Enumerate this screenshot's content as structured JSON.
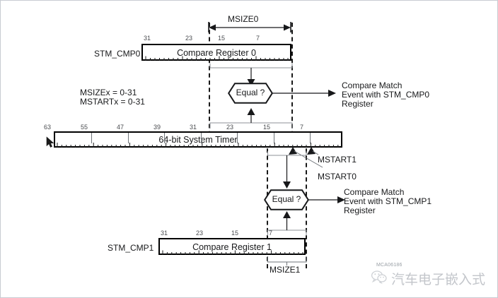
{
  "figure": {
    "id": "MCA06186",
    "watermark_text": "汽车电子嵌入式",
    "watermark_icon": "wechat-logo"
  },
  "legend": {
    "line1": "MSIZEx    = 0-31",
    "line2": "MSTARTx = 0-31"
  },
  "dimensions": {
    "msize0": "MSIZE0",
    "msize1": "MSIZE1",
    "mstart0": "MSTART0",
    "mstart1": "MSTART1"
  },
  "comparators": {
    "upper": "Equal ?",
    "lower": "Equal ?"
  },
  "outputs": {
    "upper": [
      "Compare Match",
      "Event with STM_CMP0",
      "Register"
    ],
    "lower": [
      "Compare Match",
      "Event with STM_CMP1",
      "Register"
    ]
  },
  "registers": {
    "cmp0": {
      "name": "STM_CMP0",
      "body": "Compare Register 0",
      "bits": [
        "31",
        "23",
        "15",
        "7"
      ]
    },
    "cmp1": {
      "name": "STM_CMP1",
      "body": "Compare Register 1",
      "bits": [
        "31",
        "23",
        "15",
        "7"
      ]
    },
    "timer": {
      "body": "64-bit System Timer",
      "bits": [
        "63",
        "55",
        "47",
        "39",
        "31",
        "23",
        "15",
        "7"
      ]
    }
  },
  "colors": {
    "ink": "#17181a",
    "gray_line": "#8d9197",
    "bit_label": "#4a4c50",
    "watermark": "#c3c6cb",
    "frame": "#c8ccd2"
  }
}
